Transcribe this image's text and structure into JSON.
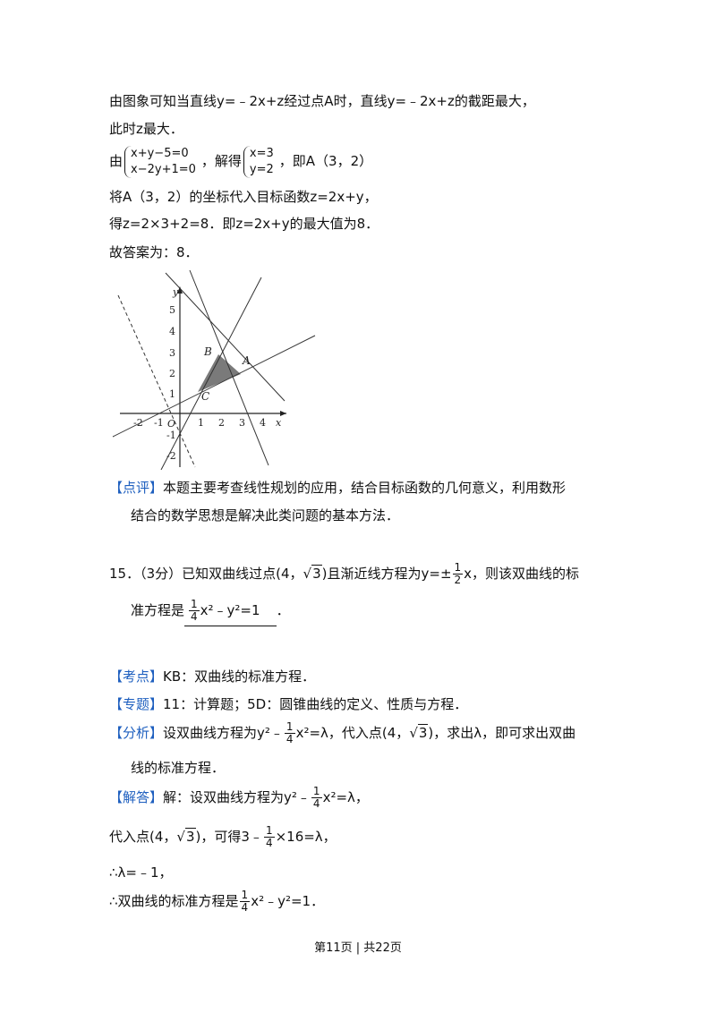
{
  "solution_text": {
    "line1": "由图象可知当直线y=﹣2x+z经过点A时，直线y=﹣2x+z的截距最大，",
    "line2": "此时z最大．",
    "line3_prefix": "由",
    "system1": [
      "x+y−5=0",
      "x−2y+1=0"
    ],
    "line3_mid": "，解得",
    "system2": [
      "x=3",
      "y=2"
    ],
    "line3_suffix": "，即A（3，2）",
    "line4": "将A（3，2）的坐标代入目标函数z=2x+y，",
    "line5": "得z=2×3+2=8．即z=2x+y的最大值为8．",
    "line6": "故答案为：8．"
  },
  "graph": {
    "x_ticks": [
      "-2",
      "-1",
      "1",
      "2",
      "3",
      "4"
    ],
    "y_ticks": [
      "5",
      "4",
      "3",
      "2",
      "1",
      "-1",
      "-2"
    ],
    "origin_label": "O",
    "x_axis_label": "x",
    "y_axis_label": "y",
    "point_labels": [
      "A",
      "B",
      "C"
    ],
    "region_color": "#7a7a7a"
  },
  "comment": {
    "tag": "【点评】",
    "text1": "本题主要考查线性规划的应用，结合目标函数的几何意义，利用数形",
    "text2": "结合的数学思想是解决此类问题的基本方法．"
  },
  "q15": {
    "prefix": "15．（3分）已知双曲线过点",
    "point_a": "(4，",
    "sqrt3": "3",
    "point_close": ")",
    "mid": "且渐近线方程为y=±",
    "frac_num": "1",
    "frac_den": "2",
    "suffix": "x，则该双曲线的标",
    "line2_prefix": "准方程是",
    "answer_tail": "x²﹣y²=1",
    "answer_frac_num": "1",
    "answer_frac_den": "4",
    "line2_end": "．"
  },
  "kaodian": {
    "tag": "【考点】",
    "text": "KB：双曲线的标准方程．"
  },
  "zhuanti": {
    "tag": "【专题】",
    "text": "11：计算题；5D：圆锥曲线的定义、性质与方程．"
  },
  "fenxi": {
    "tag": "【分析】",
    "text_a": "设双曲线方程为y²﹣",
    "frac_num": "1",
    "frac_den": "4",
    "text_b": "x²=λ，代入点",
    "point": "(4，",
    "sqrt3": "3",
    "point_close": ")",
    "text_c": "，求出λ，即可求出双曲",
    "line2": "线的标准方程．"
  },
  "jieda": {
    "tag": "【解答】",
    "text_a": "解：设双曲线方程为y²﹣",
    "frac_num": "1",
    "frac_den": "4",
    "text_b": "x²=λ，",
    "line2_a": "代入点",
    "line2_point": "(4，",
    "line2_sqrt": "3",
    "line2_close": ")",
    "line2_b": "，可得3﹣",
    "line2_frac_num": "1",
    "line2_frac_den": "4",
    "line2_c": "×16=λ，",
    "line3": "∴λ=﹣1，",
    "line4_a": "∴双曲线的标准方程是",
    "line4_frac_num": "1",
    "line4_frac_den": "4",
    "line4_b": "x²﹣y²=1．"
  },
  "footer": "第11页 | 共22页"
}
